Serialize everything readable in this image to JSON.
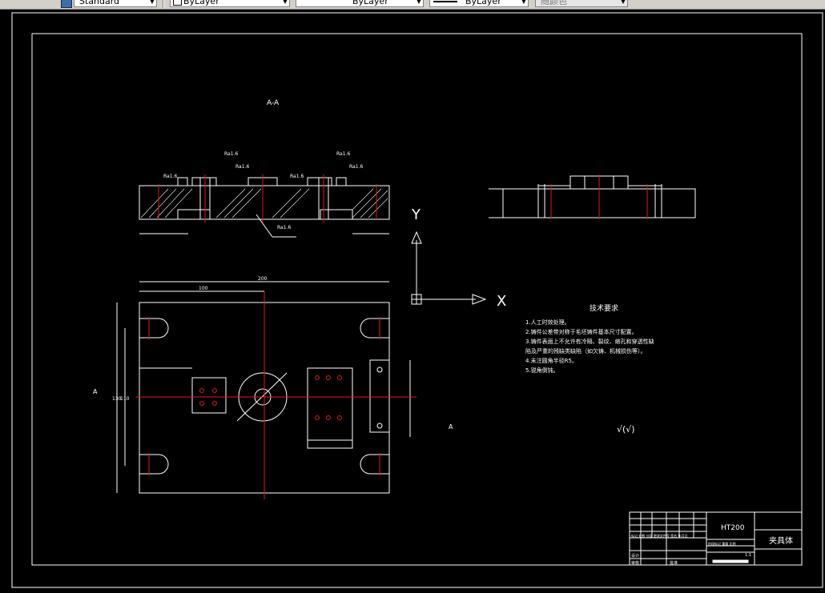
{
  "toolbar": {
    "text_style": "Standard",
    "layer": "ByLayer",
    "linetype": "ByLayer",
    "lineweight": "ByLayer",
    "plot_style": "随颜色"
  },
  "drawing": {
    "section_label": "A-A",
    "tech_title": "技术要求",
    "tech_req": [
      "1.人工时效处理。",
      "2.铸件公差带对称于毛坯铸件基本尺寸配置。",
      "3.铸件表面上不允许有冷隔、裂纹、缩孔和穿透性缺",
      "陷及严重的残缺类缺陷（如欠铸、机械损伤等）。",
      "4.未注圆角半径R5。",
      "5.锐角倒钝。"
    ],
    "roughness_note": "√(√)",
    "ucs_y": "Y",
    "ucs_x": "X",
    "section_mark": "A",
    "dim_200": "200",
    "dim_100": "100",
    "dim_130": "130",
    "dim_110": "110",
    "ra_labels": [
      "Ra1.6",
      "Ra1.6",
      "Ra1.6",
      "Ra1.6",
      "Ra1.6",
      "Ra1.6",
      "Ra1.6"
    ],
    "material": "HT200",
    "part_name": "夹具体",
    "tb_row1": "标记 处数 分区 更改文件号 签名 年月日",
    "tb_row2": "阶段标记 重量 比例",
    "tb_scale": "1:1",
    "tb_design": "设计",
    "tb_review": "审核",
    "tb_approve": "批准"
  }
}
